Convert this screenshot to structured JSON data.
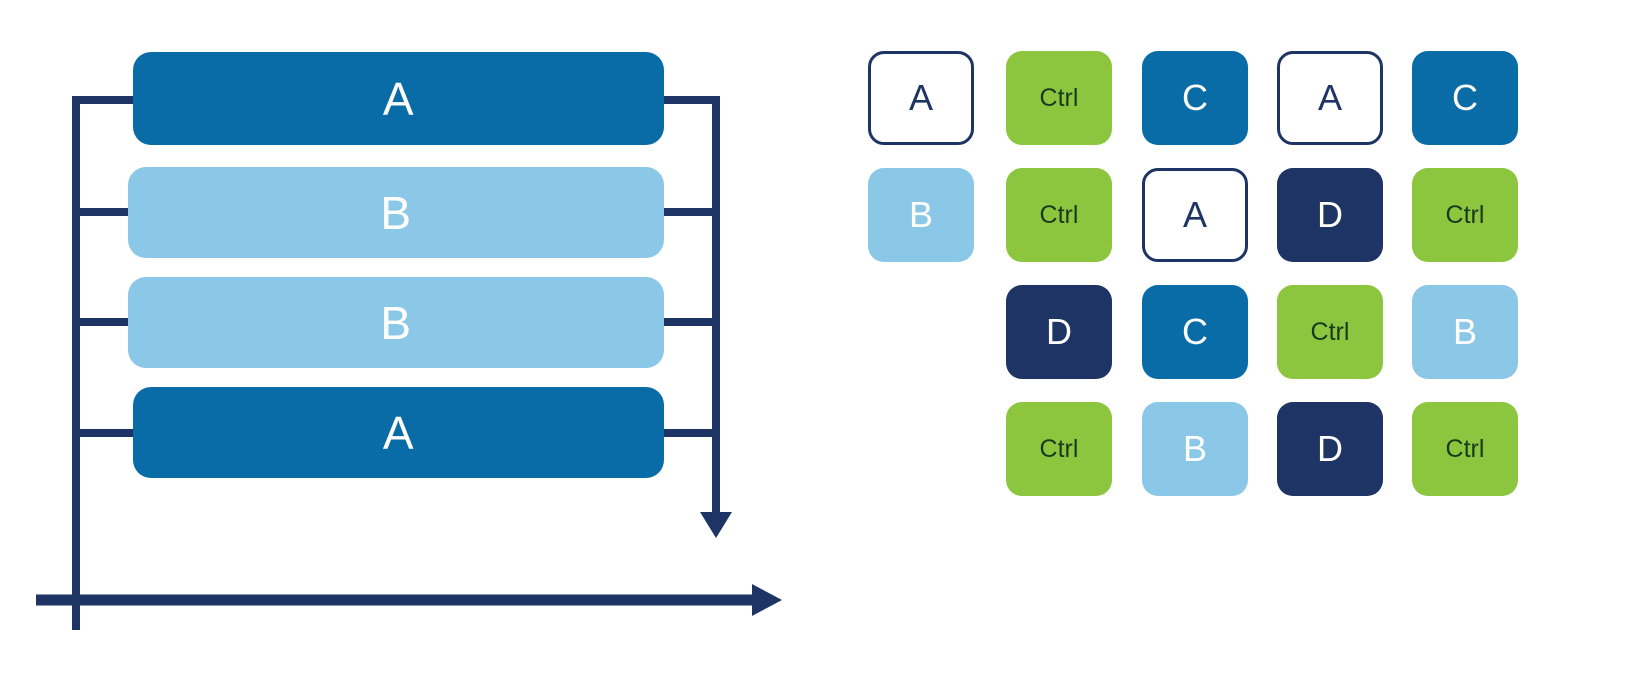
{
  "palette": {
    "blue_dark": "#0a6ca6",
    "blue_light": "#8bc8e8",
    "navy": "#1e3464",
    "green": "#8cc63e",
    "white": "#ffffff",
    "text_on_dark": "#ffffff",
    "text_on_light": "#1e3464",
    "line": "#1e3464"
  },
  "left_panel": {
    "name": "process-flow",
    "bars": [
      {
        "label": "A",
        "fill": "#0a6ca6",
        "text_color": "#ffffff"
      },
      {
        "label": "B",
        "fill": "#8bc8e8",
        "text_color": "#ffffff"
      },
      {
        "label": "B",
        "fill": "#8bc8e8",
        "text_color": "#ffffff"
      },
      {
        "label": "A",
        "fill": "#0a6ca6",
        "text_color": "#ffffff"
      }
    ],
    "connectors": {
      "left_spine_label": "input-spine",
      "right_spine_label": "output-spine",
      "bottom_arrow_label": "timeline-arrow",
      "down_arrow_label": "output-arrow"
    }
  },
  "grid_panel": {
    "name": "tile-grid",
    "columns": 5,
    "rows": 4,
    "cells": [
      [
        {
          "label": "A",
          "style": "outline",
          "fill": "#ffffff",
          "text_color": "#1e3464"
        },
        {
          "label": "Ctrl",
          "style": "solid",
          "fill": "#8cc63e",
          "text_color": "#173a1f"
        },
        {
          "label": "C",
          "style": "solid",
          "fill": "#0a6ca6",
          "text_color": "#ffffff"
        },
        {
          "label": "A",
          "style": "outline",
          "fill": "#ffffff",
          "text_color": "#1e3464"
        },
        {
          "label": "C",
          "style": "solid",
          "fill": "#0a6ca6",
          "text_color": "#ffffff"
        }
      ],
      [
        {
          "label": "B",
          "style": "solid",
          "fill": "#8bc8e8",
          "text_color": "#ffffff"
        },
        {
          "label": "Ctrl",
          "style": "solid",
          "fill": "#8cc63e",
          "text_color": "#173a1f"
        },
        {
          "label": "A",
          "style": "outline",
          "fill": "#ffffff",
          "text_color": "#1e3464"
        },
        {
          "label": "D",
          "style": "solid",
          "fill": "#1e3464",
          "text_color": "#ffffff"
        },
        {
          "label": "Ctrl",
          "style": "solid",
          "fill": "#8cc63e",
          "text_color": "#173a1f"
        }
      ],
      [
        {
          "label": "",
          "style": "empty",
          "fill": "",
          "text_color": ""
        },
        {
          "label": "D",
          "style": "solid",
          "fill": "#1e3464",
          "text_color": "#ffffff"
        },
        {
          "label": "C",
          "style": "solid",
          "fill": "#0a6ca6",
          "text_color": "#ffffff"
        },
        {
          "label": "Ctrl",
          "style": "solid",
          "fill": "#8cc63e",
          "text_color": "#173a1f"
        },
        {
          "label": "B",
          "style": "solid",
          "fill": "#8bc8e8",
          "text_color": "#ffffff"
        }
      ],
      [
        {
          "label": "",
          "style": "empty",
          "fill": "",
          "text_color": ""
        },
        {
          "label": "Ctrl",
          "style": "solid",
          "fill": "#8cc63e",
          "text_color": "#173a1f"
        },
        {
          "label": "B",
          "style": "solid",
          "fill": "#8bc8e8",
          "text_color": "#ffffff"
        },
        {
          "label": "D",
          "style": "solid",
          "fill": "#1e3464",
          "text_color": "#ffffff"
        },
        {
          "label": "Ctrl",
          "style": "solid",
          "fill": "#8cc63e",
          "text_color": "#173a1f"
        }
      ]
    ]
  }
}
